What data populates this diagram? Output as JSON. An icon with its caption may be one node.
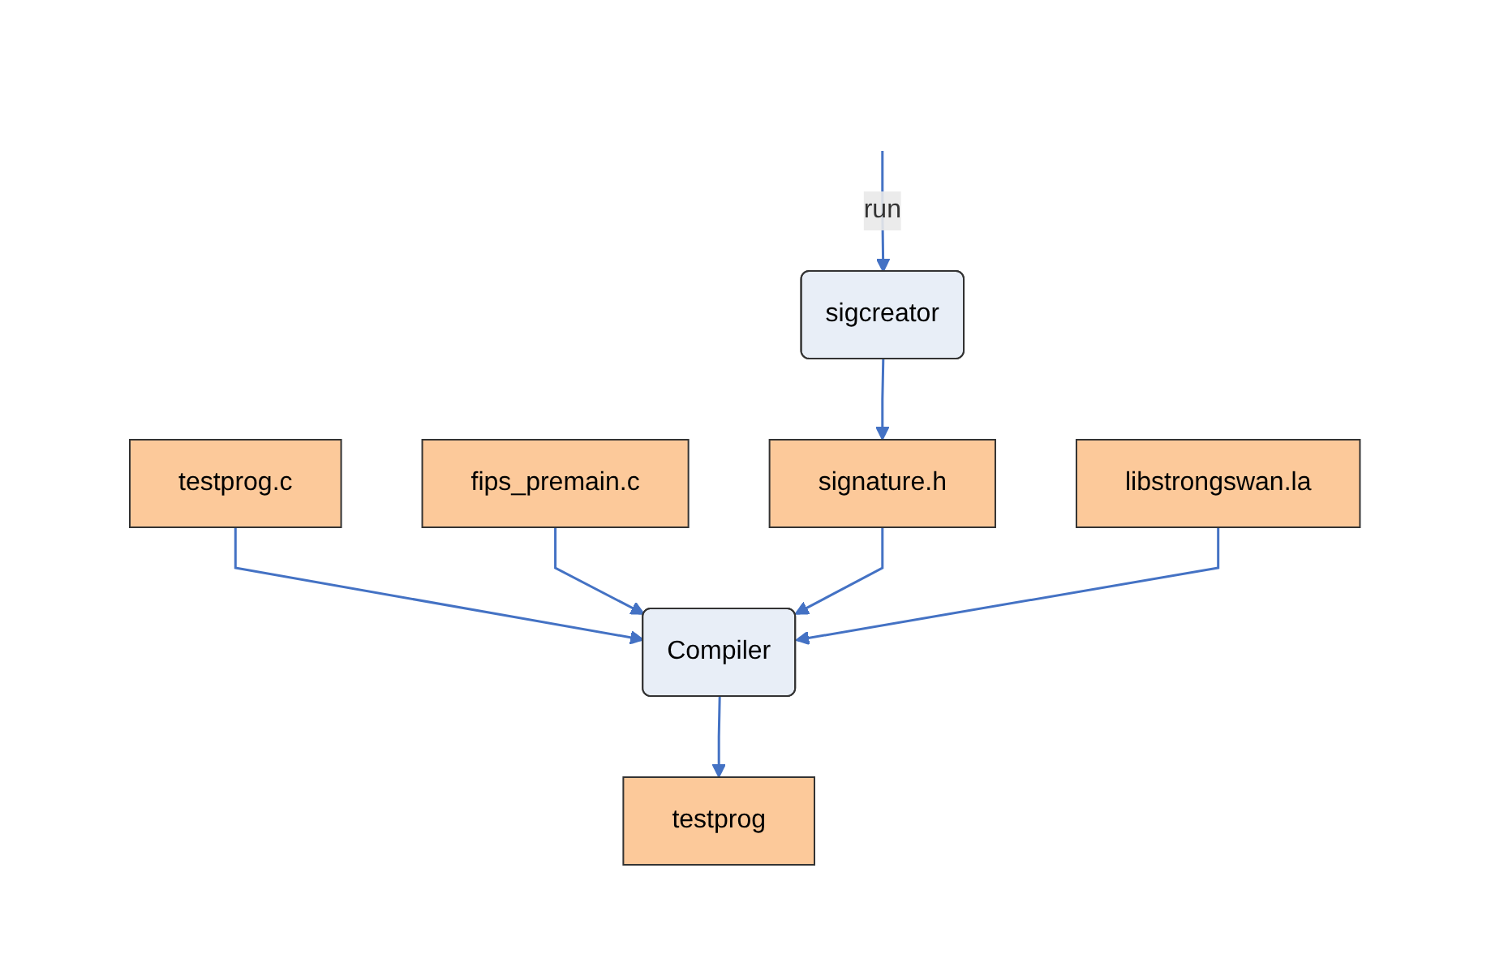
{
  "diagram": {
    "nodes": [
      {
        "text": [
          "sigcreator"
        ]
      },
      {
        "text": [
          "signature.h"
        ]
      },
      {
        "text": [
          "testprog.c"
        ]
      },
      {
        "text": [
          "fips_premain.c"
        ]
      },
      {
        "text": [
          "libstrongswan.la"
        ]
      },
      {
        "text": [
          "Compiler"
        ]
      },
      {
        "text": [
          "testprog"
        ]
      }
    ],
    "edges": [
      {
        "from": null,
        "to": 0,
        "label": "run",
        "arrow": "to"
      },
      {
        "from": 0,
        "to": 1,
        "arrow": "to"
      },
      {
        "from": 2,
        "to": 5,
        "arrow": "to"
      },
      {
        "from": 3,
        "to": 5,
        "arrow": "to"
      },
      {
        "from": 1,
        "to": 5,
        "arrow": "to"
      },
      {
        "from": 4,
        "to": 5,
        "arrow": "to"
      },
      {
        "from": 5,
        "to": 6,
        "arrow": "to"
      }
    ]
  }
}
